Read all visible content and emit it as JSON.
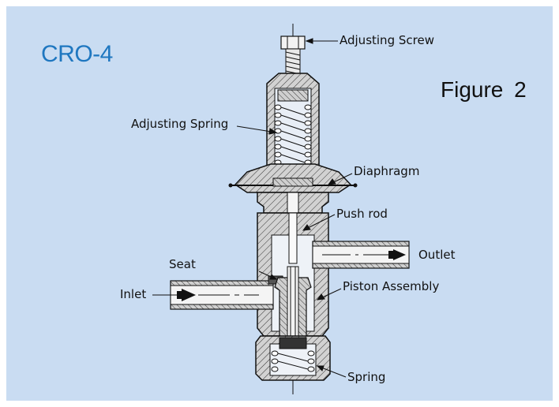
{
  "title": "CRO-4",
  "figure_label": "Figure  2",
  "colors": {
    "panel": "#c9dcf2",
    "title": "#1f77c0",
    "ink": "#111111"
  },
  "labels": {
    "adjusting_screw": "Adjusting Screw",
    "adjusting_spring": "Adjusting Spring",
    "diaphragm": "Diaphragm",
    "push_rod": "Push rod",
    "outlet": "Outlet",
    "seat": "Seat",
    "inlet": "Inlet",
    "piston_assembly": "Piston Assembly",
    "spring": "Spring"
  }
}
